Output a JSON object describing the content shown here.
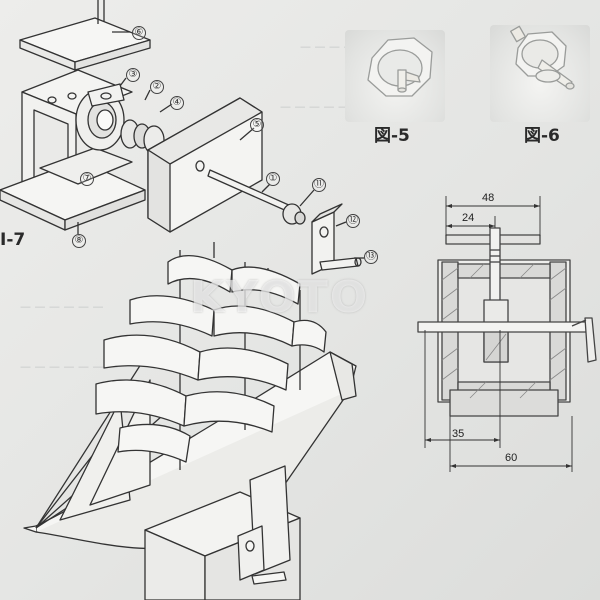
{
  "figures": {
    "fig5_label": "図-5",
    "fig6_label": "図-6",
    "fig7_label": "I-7"
  },
  "callouts": [
    "①",
    "②",
    "③",
    "④",
    "⑤",
    "⑥",
    "⑦",
    "⑧",
    "⑪",
    "⑫",
    "⑬"
  ],
  "dimensions": {
    "top_outer": "48",
    "top_inner": "24",
    "bottom_left": "35",
    "bottom_width": "60"
  },
  "watermark": "KYOTO"
}
